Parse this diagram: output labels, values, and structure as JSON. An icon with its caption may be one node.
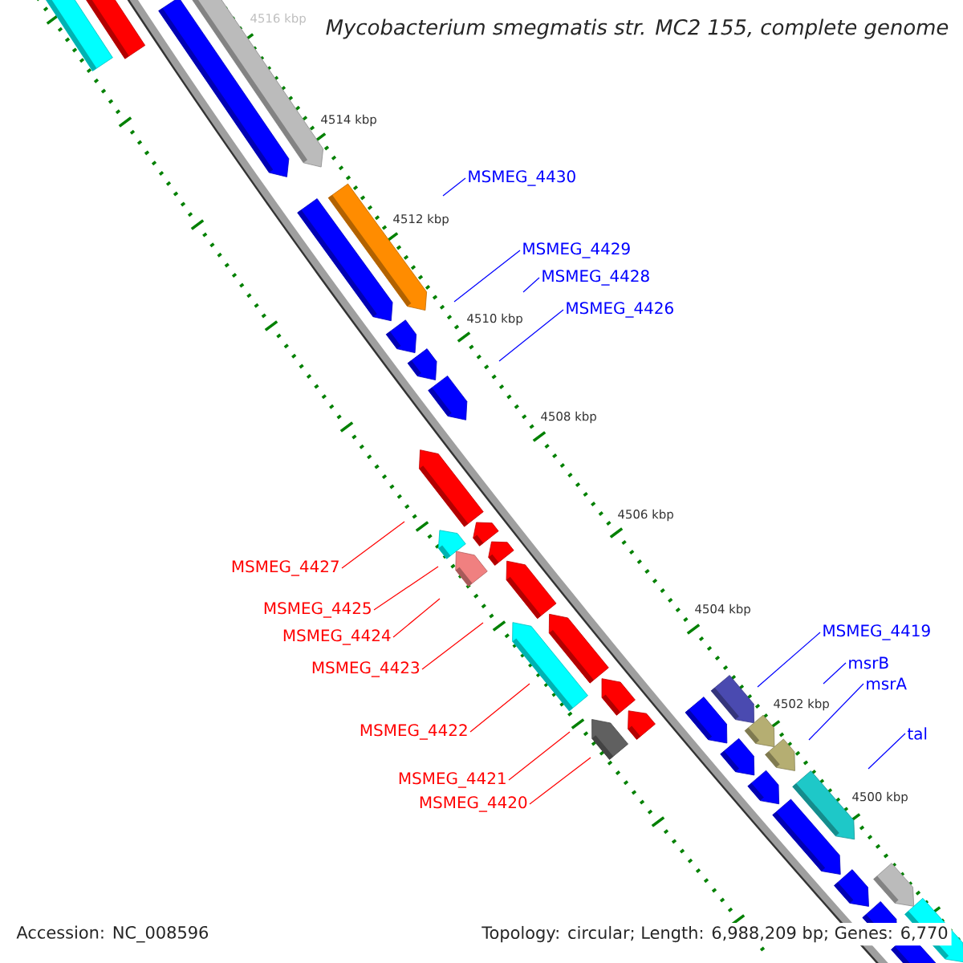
{
  "diagram": {
    "title": "Mycobacterium smegmatis str. MC2 155, complete genome",
    "nodes": [
      {
        "text": [
          "MSMEG_4430"
        ]
      },
      {
        "text": [
          "MSMEG_4429"
        ]
      },
      {
        "text": [
          "MSMEG_4428"
        ]
      },
      {
        "text": [
          "MSMEG_4426"
        ]
      },
      {
        "text": [
          "MSMEG_4427"
        ]
      },
      {
        "text": [
          "MSMEG_4425"
        ]
      },
      {
        "text": [
          "MSMEG_4419"
        ]
      },
      {
        "text": [
          "MSMEG_4424"
        ]
      },
      {
        "text": [
          "msrB"
        ]
      },
      {
        "text": [
          "MSMEG_4423"
        ]
      },
      {
        "text": [
          "msrA"
        ]
      },
      {
        "text": [
          "MSMEG_4422"
        ]
      },
      {
        "text": [
          "tal"
        ]
      },
      {
        "text": [
          "MSMEG_4421"
        ]
      },
      {
        "text": [
          "MSMEG_4420"
        ]
      }
    ],
    "edges": [
      {
        "from": 0,
        "to": null,
        "arrow": "none"
      },
      {
        "from": 1,
        "to": null,
        "arrow": "none"
      },
      {
        "from": 2,
        "to": null,
        "arrow": "none"
      },
      {
        "from": 3,
        "to": null,
        "arrow": "none"
      },
      {
        "from": 4,
        "to": null,
        "arrow": "none",
        "color": "#ff0000"
      },
      {
        "from": 5,
        "to": null,
        "arrow": "none",
        "color": "#ff0000"
      },
      {
        "from": 6,
        "to": null,
        "arrow": "none"
      },
      {
        "from": 7,
        "to": null,
        "arrow": "none",
        "color": "#ff0000"
      },
      {
        "from": 8,
        "to": null,
        "arrow": "none"
      },
      {
        "from": 9,
        "to": null,
        "arrow": "none",
        "color": "#ff0000"
      },
      {
        "from": 10,
        "to": null,
        "arrow": "none"
      },
      {
        "from": 11,
        "to": null,
        "arrow": "none",
        "color": "#ff0000"
      },
      {
        "from": 12,
        "to": null,
        "arrow": "none"
      },
      {
        "from": 13,
        "to": null,
        "arrow": "none",
        "color": "#ff0000"
      },
      {
        "from": 14,
        "to": null,
        "arrow": "none",
        "color": "#ff0000"
      }
    ],
    "labels": [
      "4516 kbp",
      "4514 kbp",
      "4512 kbp",
      "4510 kbp",
      "4508 kbp",
      "4506 kbp",
      "4504 kbp",
      "4502 kbp",
      "4500 kbp",
      "Accession: NC_008596",
      "Topology: circular; Length: 6,988,209 bp; Genes: 6,770"
    ]
  }
}
